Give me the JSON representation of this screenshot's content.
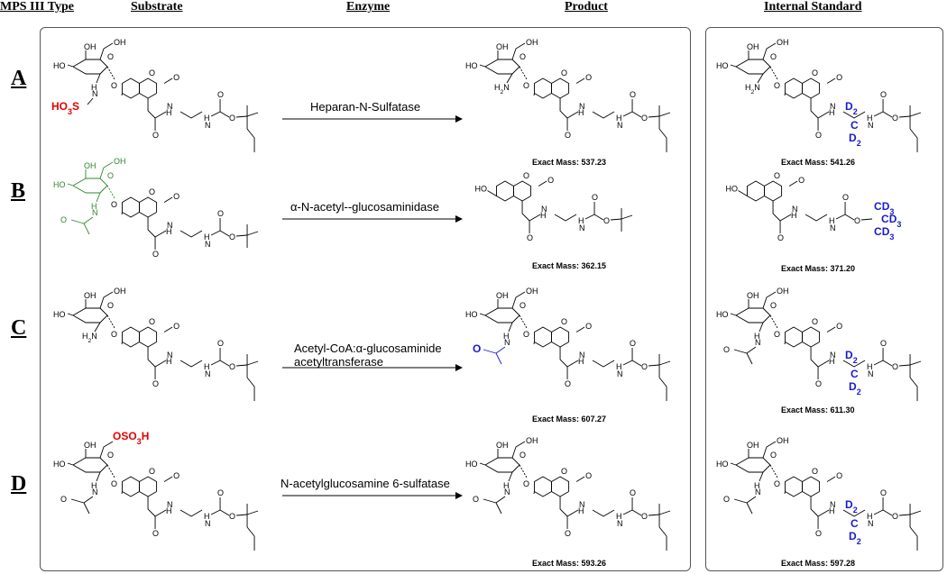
{
  "headers": {
    "type": "MPS III Type",
    "substrate": "Substrate",
    "enzyme": "Enzyme",
    "product": "Product",
    "standard": "Internal Standard"
  },
  "rows": [
    {
      "type": "A",
      "enzyme": "Heparan-N-Sulfatase",
      "product_mass": "Exact Mass: 537.23",
      "standard_mass": "Exact Mass: 541.26"
    },
    {
      "type": "B",
      "enzyme": "α-N-acetyl--glucosaminidase",
      "product_mass": "Exact Mass: 362.15",
      "standard_mass": "Exact Mass: 371.20"
    },
    {
      "type": "C",
      "enzyme_line1": "Acetyl-CoA:α-glucosaminide",
      "enzyme_line2": "acetyltransferase",
      "product_mass": "Exact Mass: 607.27",
      "standard_mass": "Exact Mass: 611.30"
    },
    {
      "type": "D",
      "enzyme": "N-acetylglucosamine 6-sulfatase",
      "product_mass": "Exact Mass: 593.26",
      "standard_mass": "Exact Mass: 597.28"
    }
  ],
  "atoms": {
    "oh": "OH",
    "ho": "HO",
    "h2n": "H2N",
    "nh": "H",
    "n": "N",
    "o": "O",
    "ho3s": "HO3S",
    "oso3h": "OSO3H",
    "d2": "D2",
    "c": "C",
    "cd3": "CD3"
  },
  "colors": {
    "sulfo": "#e60000",
    "label": "#1a1acc",
    "glcnac": "#2a8a2a",
    "bond": "#000000"
  }
}
